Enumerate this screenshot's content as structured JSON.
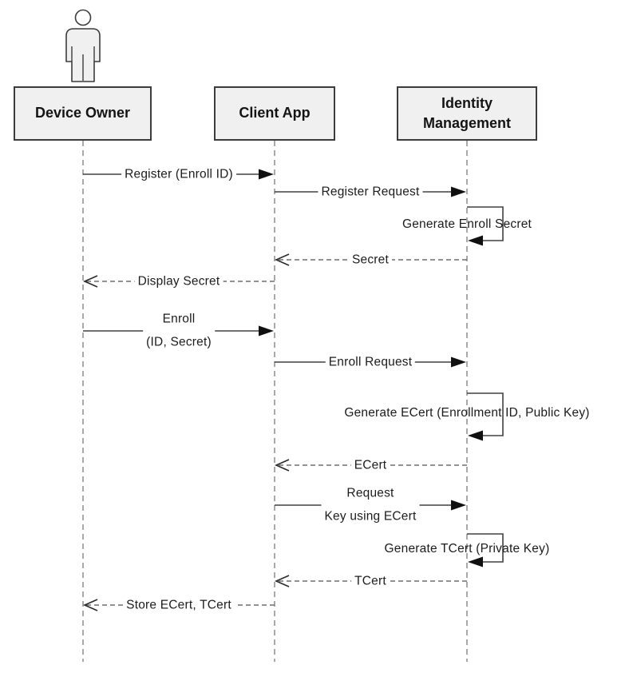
{
  "diagram_type": "uml-sequence-diagram",
  "lifelines": [
    {
      "id": "device-owner",
      "label": "Device Owner",
      "icon": "person-actor-icon"
    },
    {
      "id": "client-app",
      "label": "Client App"
    },
    {
      "id": "identity-management",
      "label": "Identity Management"
    }
  ],
  "messages": [
    {
      "from": "Device Owner",
      "to": "Client App",
      "kind": "sync",
      "label": "Register (Enroll ID)"
    },
    {
      "from": "Client App",
      "to": "Identity Management",
      "kind": "sync",
      "label": "Register Request"
    },
    {
      "from": "Identity Management",
      "to": "Identity Management",
      "kind": "self",
      "label": "Generate Enroll Secret"
    },
    {
      "from": "Identity Management",
      "to": "Client App",
      "kind": "return",
      "label": "Secret"
    },
    {
      "from": "Client App",
      "to": "Device Owner",
      "kind": "return",
      "label": "Display Secret"
    },
    {
      "from": "Device Owner",
      "to": "Client App",
      "kind": "sync",
      "label": "Enroll (ID, Secret)",
      "label_lines": [
        "Enroll",
        "(ID, Secret)"
      ]
    },
    {
      "from": "Client App",
      "to": "Identity Management",
      "kind": "sync",
      "label": "Enroll Request"
    },
    {
      "from": "Identity Management",
      "to": "Identity Management",
      "kind": "self",
      "label": "Generate ECert (Enrollment ID, Public Key)"
    },
    {
      "from": "Identity Management",
      "to": "Client App",
      "kind": "return",
      "label": "ECert"
    },
    {
      "from": "Client App",
      "to": "Identity Management",
      "kind": "sync",
      "label": "Request Key using ECert",
      "label_lines": [
        "Request",
        "Key using ECert"
      ]
    },
    {
      "from": "Identity Management",
      "to": "Identity Management",
      "kind": "self",
      "label": "Generate TCert (Private Key)"
    },
    {
      "from": "Identity Management",
      "to": "Client App",
      "kind": "return",
      "label": "TCert"
    },
    {
      "from": "Client App",
      "to": "Device Owner",
      "kind": "return",
      "label": "Store ECert, TCert"
    }
  ],
  "colors": {
    "box_fill": "#f0f0f0",
    "box_border": "#3c3c3c",
    "sync_line": "#404040",
    "return_line": "#6f6f6f",
    "arrowhead": "#101010",
    "lifeline": "#8c8c8c",
    "text": "#1c1c1c"
  }
}
